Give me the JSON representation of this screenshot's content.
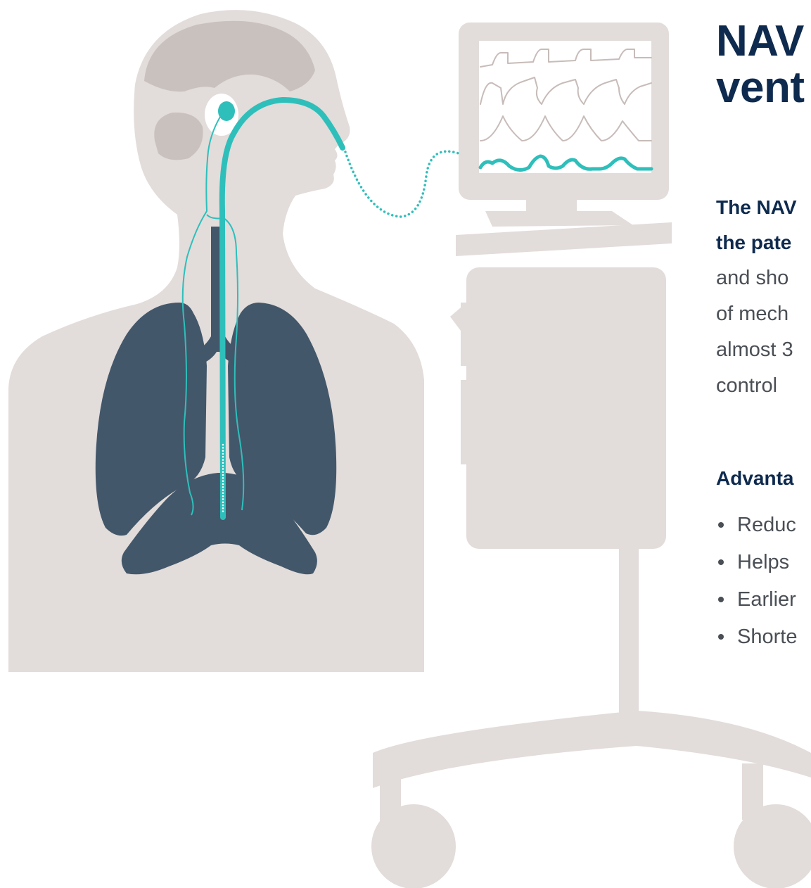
{
  "colors": {
    "body": "#e2dcda",
    "head_shade": "#c9c1be",
    "lungs": "#43576a",
    "catheter": "#2ebfbb",
    "heading": "#0e2a4e",
    "body_text": "#4a4f55",
    "waveform_grey": "#c7bcb9"
  },
  "headline": {
    "line1": "NAV",
    "line2": "vent"
  },
  "intro": {
    "bold_line1": "The NAV",
    "bold_line2": "the pate",
    "line1": "and sho",
    "line2": "of mech",
    "line3": "almost 3",
    "line4": "control"
  },
  "advantages": {
    "heading": "Advanta",
    "items": [
      {
        "label": "Reduc"
      },
      {
        "label": "Helps"
      },
      {
        "label": "Earlier"
      },
      {
        "label": "Shorte"
      }
    ]
  }
}
